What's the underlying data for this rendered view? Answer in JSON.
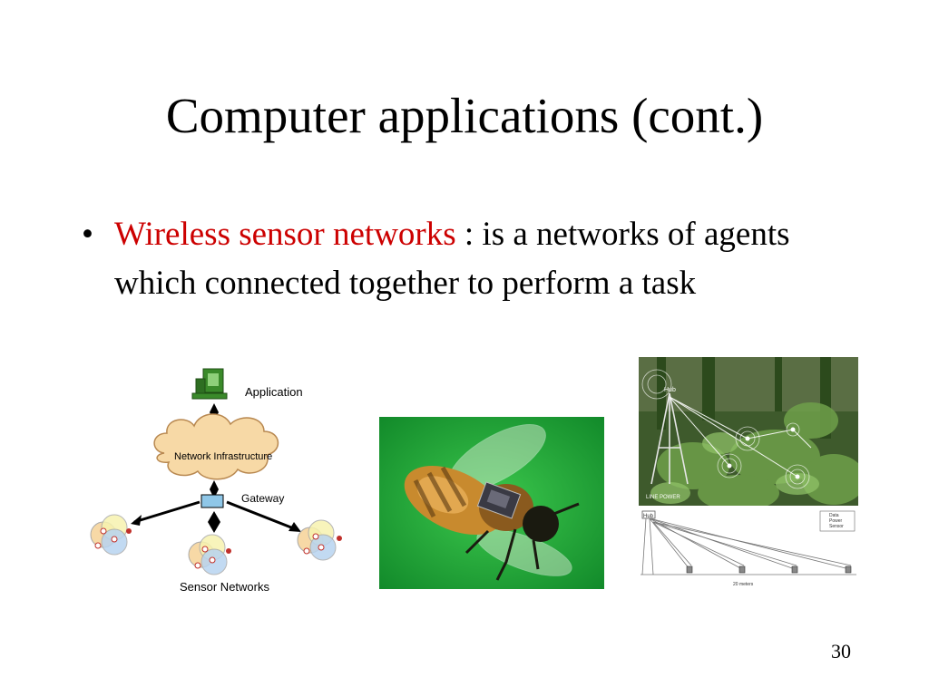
{
  "slide": {
    "title": "Computer applications (cont.)",
    "bullet": {
      "highlight": "Wireless sensor networks",
      "text": " : is a networks of agents which connected together to perform a task"
    },
    "page_number": "30"
  },
  "diagram": {
    "application_label": "Application",
    "network_label": "Network Infrastructure",
    "gateway_label": "Gateway",
    "sensor_networks_label": "Sensor Networks"
  },
  "forest_photo": {
    "hub_label": "Hub",
    "power_label": "LINE POWER"
  },
  "schematic": {
    "hub_label": "Hub",
    "legend": [
      "Data",
      "Power",
      "Sensor"
    ],
    "distance_label": "20 meters"
  },
  "colors": {
    "highlight": "#cc0000",
    "computer_green": "#3a8a2a",
    "cloud_fill": "#f7d9a6",
    "bee_background": "#1fa33a"
  }
}
